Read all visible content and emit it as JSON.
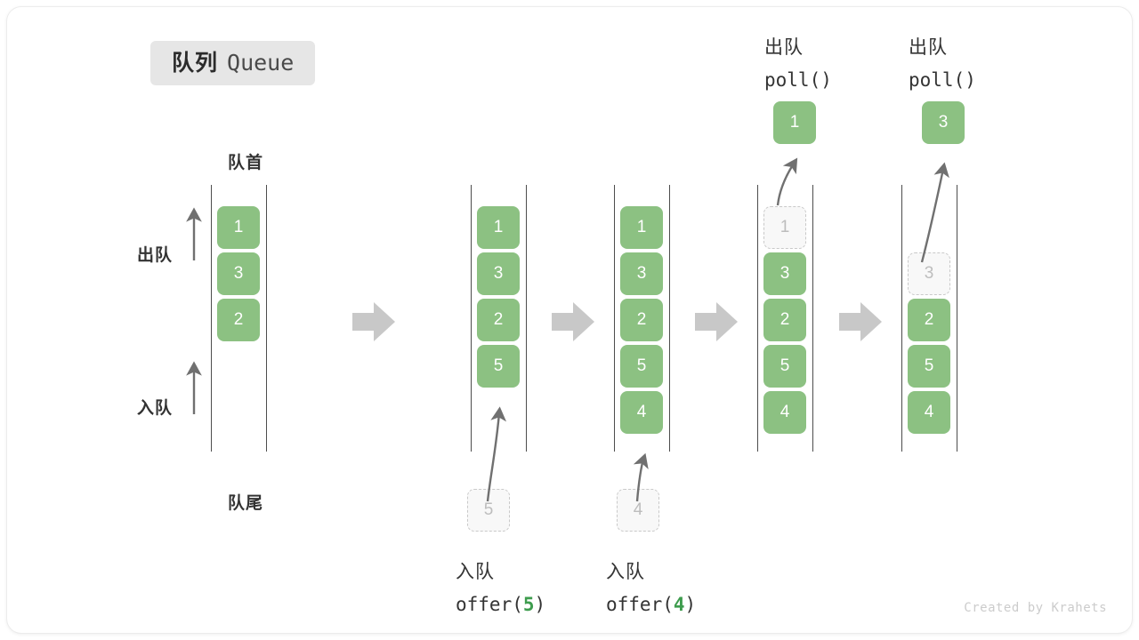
{
  "title": {
    "zh": "队列",
    "en": "Queue"
  },
  "watermark": "Created by Krahets",
  "side_labels": {
    "head": "队首",
    "tail": "队尾",
    "dequeue": "出队",
    "enqueue": "入队"
  },
  "colors": {
    "cell_fill": "#8cc182",
    "cell_text": "#ffffff",
    "ghost_fill": "#f8f8f8",
    "ghost_border": "#c9c9c9",
    "ghost_text": "#bdbdbd",
    "rail": "#4d4d4d",
    "arrow_gray": "#c8c8c8",
    "thin_arrow": "#707070",
    "badge_bg": "#e6e6e6",
    "code_arg_green": "#3e9c4e",
    "watermark": "#cccccc"
  },
  "columns": [
    {
      "id": "initial",
      "cells": [
        {
          "value": "1",
          "state": "filled"
        },
        {
          "value": "3",
          "state": "filled"
        },
        {
          "value": "2",
          "state": "filled"
        }
      ],
      "caption": null,
      "popped": null
    },
    {
      "id": "after-offer-5",
      "cells": [
        {
          "value": "1",
          "state": "filled"
        },
        {
          "value": "3",
          "state": "filled"
        },
        {
          "value": "2",
          "state": "filled"
        },
        {
          "value": "5",
          "state": "filled"
        }
      ],
      "incoming": {
        "value": "5",
        "state": "ghost"
      },
      "caption": {
        "zh": "入队",
        "code_prefix": "offer(",
        "code_arg": "5",
        "code_suffix": ")"
      },
      "popped": null
    },
    {
      "id": "after-offer-4",
      "cells": [
        {
          "value": "1",
          "state": "filled"
        },
        {
          "value": "3",
          "state": "filled"
        },
        {
          "value": "2",
          "state": "filled"
        },
        {
          "value": "5",
          "state": "filled"
        },
        {
          "value": "4",
          "state": "filled"
        }
      ],
      "incoming": {
        "value": "4",
        "state": "ghost"
      },
      "caption": {
        "zh": "入队",
        "code_prefix": "offer(",
        "code_arg": "4",
        "code_suffix": ")"
      },
      "popped": null
    },
    {
      "id": "after-poll-1",
      "cells": [
        {
          "value": "1",
          "state": "ghost"
        },
        {
          "value": "3",
          "state": "filled"
        },
        {
          "value": "2",
          "state": "filled"
        },
        {
          "value": "5",
          "state": "filled"
        },
        {
          "value": "4",
          "state": "filled"
        }
      ],
      "popped": {
        "value": "1",
        "zh": "出队",
        "code": "poll()"
      },
      "caption": null
    },
    {
      "id": "after-poll-3",
      "cells": [
        {
          "value": "",
          "state": "empty"
        },
        {
          "value": "3",
          "state": "ghost"
        },
        {
          "value": "2",
          "state": "filled"
        },
        {
          "value": "5",
          "state": "filled"
        },
        {
          "value": "4",
          "state": "filled"
        }
      ],
      "popped": {
        "value": "3",
        "zh": "出队",
        "code": "poll()"
      },
      "caption": null
    }
  ],
  "step_arrows": 4
}
